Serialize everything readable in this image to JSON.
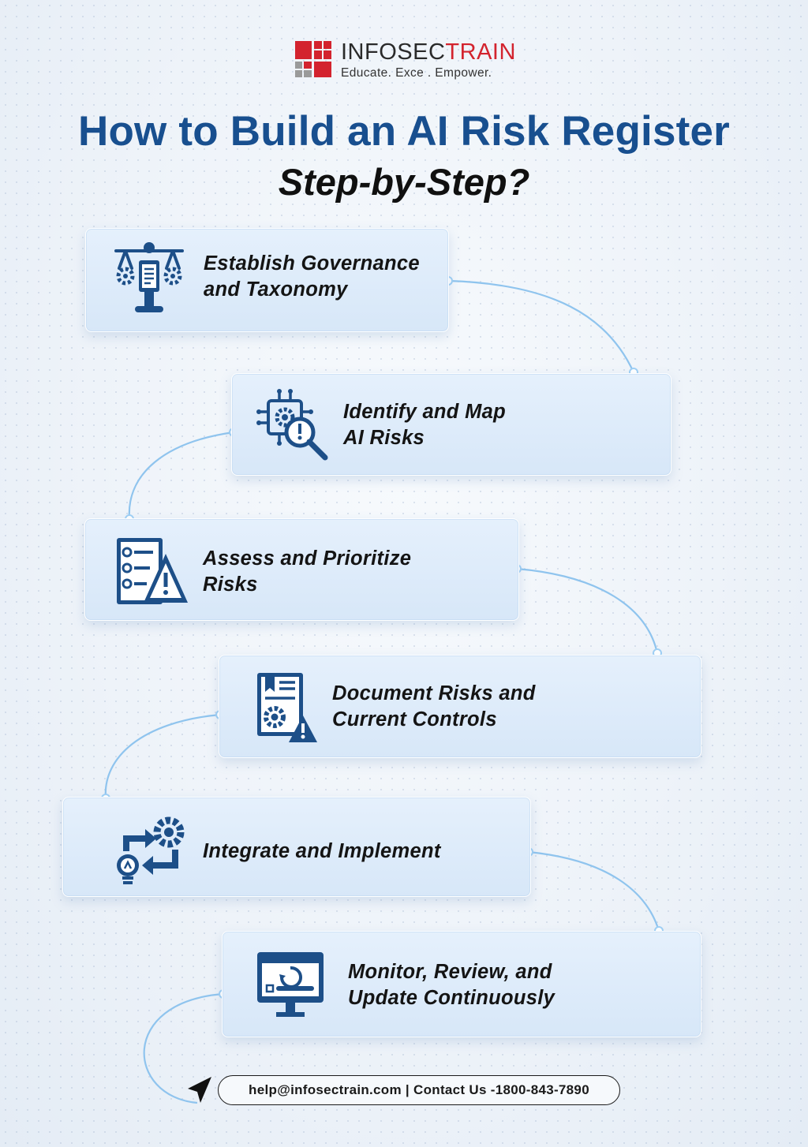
{
  "brand": {
    "name_part1": "INFOSEC",
    "name_part2": "TRAIN",
    "tagline": "Educate. Exce . Empower."
  },
  "heading": {
    "title": "How to Build an AI Risk Register",
    "subtitle": "Step-by-Step?"
  },
  "steps": [
    {
      "line1": "Establish Governance",
      "line2": "and Taxonomy",
      "icon": "governance-scale-icon"
    },
    {
      "line1": "Identify and Map",
      "line2": "AI Risks",
      "icon": "ai-risk-search-icon"
    },
    {
      "line1": "Assess and Prioritize",
      "line2": "Risks",
      "icon": "checklist-warning-icon"
    },
    {
      "line1": "Document Risks and",
      "line2": "Current Controls",
      "icon": "document-gear-warning-icon"
    },
    {
      "line1": "Integrate and Implement",
      "line2": "",
      "icon": "integrate-gears-bulb-icon"
    },
    {
      "line1": "Monitor, Review, and",
      "line2": "Update Continuously",
      "icon": "monitor-refresh-icon"
    }
  ],
  "contact": {
    "text": "help@infosectrain.com | Contact Us -1800-843-7890"
  },
  "colors": {
    "title_blue": "#184f8f",
    "icon_blue": "#1d4f88",
    "brand_red": "#d3232e",
    "connector": "#8fc4ee"
  }
}
